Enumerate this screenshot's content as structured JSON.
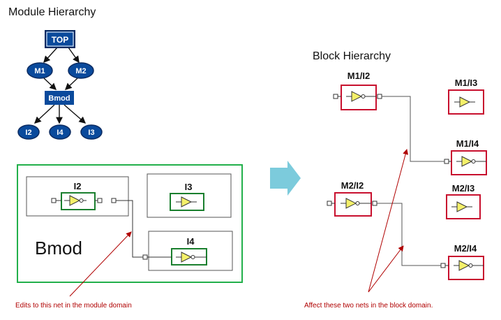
{
  "module_hierarchy": {
    "title": "Module Hierarchy",
    "nodes": {
      "top": "TOP",
      "m1": "M1",
      "m2": "M2",
      "bmod": "Bmod",
      "i2": "I2",
      "i4": "I4",
      "i3": "I3"
    }
  },
  "module_view": {
    "label": "Bmod",
    "instances": {
      "i2": "I2",
      "i3": "I3",
      "i4": "I4"
    },
    "annotation": "Edits to this net in the module domain"
  },
  "block_hierarchy": {
    "title": "Block Hierarchy",
    "instances": {
      "m1_i2": "M1/I2",
      "m1_i3": "M1/I3",
      "m1_i4": "M1/I4",
      "m2_i2": "M2/I2",
      "m2_i3": "M2/I3",
      "m2_i4": "M2/I4"
    },
    "annotation": "Affect these two nets in the block domain."
  },
  "colors": {
    "node_fill": "#0a4a9c",
    "module_frame": "#22b04b",
    "block_frame": "#c8102e",
    "buffer_fill": "#f4f06a",
    "arrow": "#7ccbdc",
    "annotation": "#b00000"
  }
}
